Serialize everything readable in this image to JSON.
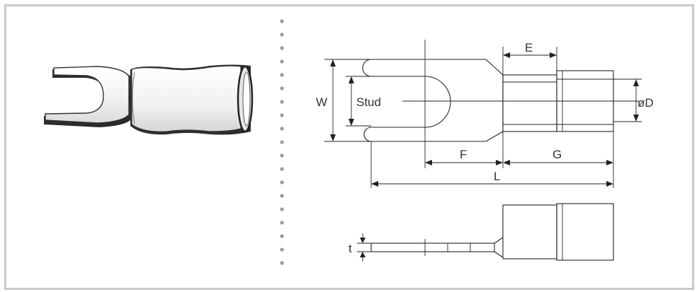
{
  "labels": {
    "w": "W",
    "stud": "Stud",
    "d": "øD",
    "e": "E",
    "f": "F",
    "g": "G",
    "l": "L",
    "t": "t"
  },
  "colors": {
    "border": "#c9c9c9",
    "dots": "#9a9a9a",
    "line": "#222222",
    "sleeve": "#f3f3f3",
    "shadow": "#333333"
  }
}
